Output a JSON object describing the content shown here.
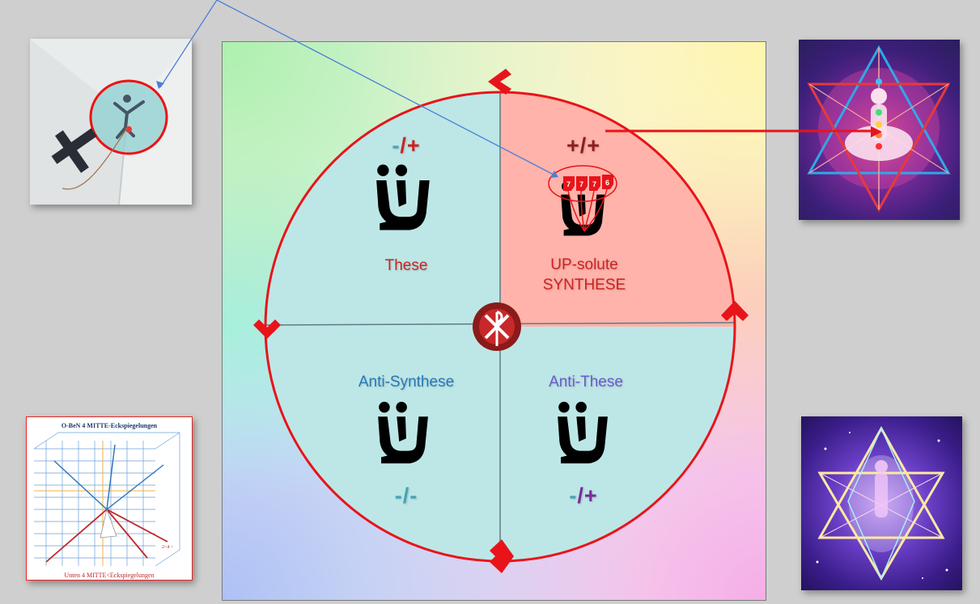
{
  "quadrants": {
    "top_left": {
      "sign": [
        "-",
        "/+"
      ],
      "label": "These"
    },
    "top_right": {
      "sign": "+/+",
      "label_line1": "UP-solute",
      "label_line2": "SYNTHESE"
    },
    "bottom_left": {
      "label": "Anti-Synthese",
      "sign": "-/-"
    },
    "bottom_right": {
      "label": "Anti-These",
      "sign": [
        "-",
        "/+"
      ]
    }
  },
  "center_emblem": "chi-rho-emblem",
  "ring_arrows": [
    "chevron-up",
    "chevron-right",
    "chevron-down",
    "chevron-left"
  ],
  "thumbnails": {
    "bottom_left": {
      "title": "O-BeN 4 MITTE-Eckspiegelungen",
      "footer": "Unten 4 MITTE<Eckspiegelungen",
      "side_note": "2<4 <"
    }
  },
  "colors": {
    "ring": "#e8141a",
    "quadrant_fill": "#bde7e6",
    "quadrant_fill_active": "#ffb3aa",
    "label_red": "#cc2222",
    "label_blue": "#2778b8",
    "label_purple": "#6a5bd0",
    "sign_teal": "#44a5b7",
    "connector": "#4a7fd6"
  }
}
